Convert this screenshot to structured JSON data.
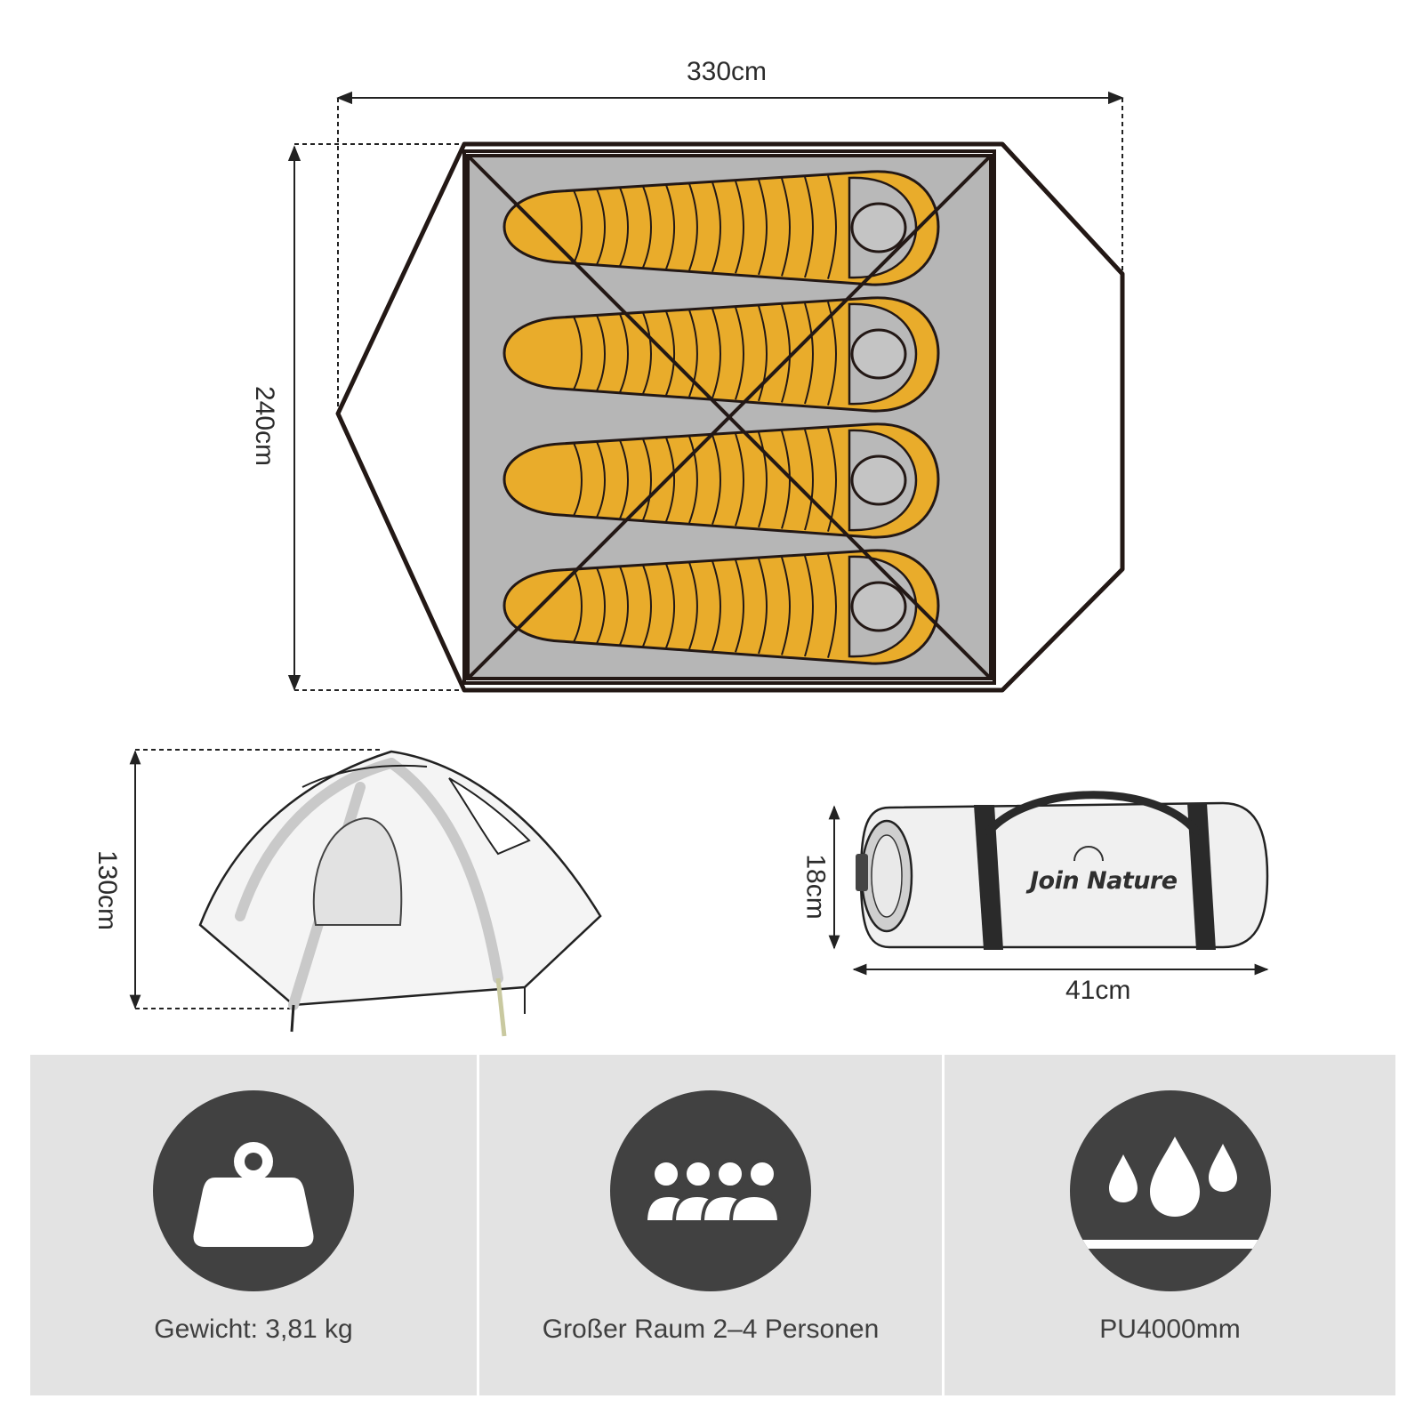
{
  "floor_plan": {
    "width_label": "330cm",
    "depth_label": "240cm",
    "sleeping_bags": 4
  },
  "tent_side": {
    "height_label": "130cm"
  },
  "pack_bag": {
    "brand": "Join Nature",
    "diameter_label": "18cm",
    "length_label": "41cm"
  },
  "features": [
    {
      "icon": "weight-icon",
      "label": "Gewicht: 3,81 kg"
    },
    {
      "icon": "persons-icon",
      "label": "Großer Raum  2–4 Personen"
    },
    {
      "icon": "water-drops-icon",
      "label": "PU4000mm"
    }
  ],
  "colors": {
    "sleeping_bag": "#e9ac2b",
    "floor": "#b6b6b6",
    "outline": "#231815",
    "panel": "#e3e3e3",
    "icon_circle": "#414141"
  }
}
